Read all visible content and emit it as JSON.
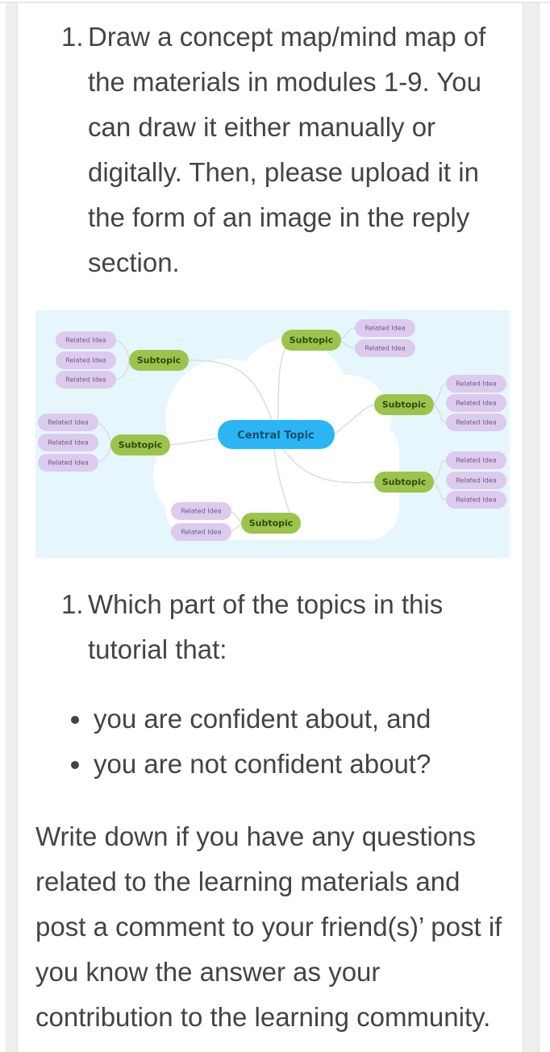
{
  "item1": {
    "number": "1.",
    "text": "Draw a concept map/mind map of the materials in modules 1-9. You can draw it either manually or digitally. Then, please upload it in the form of an image in the reply section."
  },
  "mind_map": {
    "central": "Central Topic",
    "subtopic": "Subtopic",
    "related": "Related Idea",
    "colors": {
      "background": "#e6f6fd",
      "central": "#2bb5f5",
      "subtopic": "#9cc44c",
      "related": "#dccbee",
      "cloud": "#ffffff"
    }
  },
  "item2": {
    "number": "1.",
    "text": "Which part of the topics in this tutorial that:"
  },
  "bullets": [
    "you are confident about, and",
    "you are not confident about?"
  ],
  "paragraph": "Write down if you have any questions related to the learning materials and post a comment to your friend(s)’ post if you know the answer as your contribution to the learning community."
}
